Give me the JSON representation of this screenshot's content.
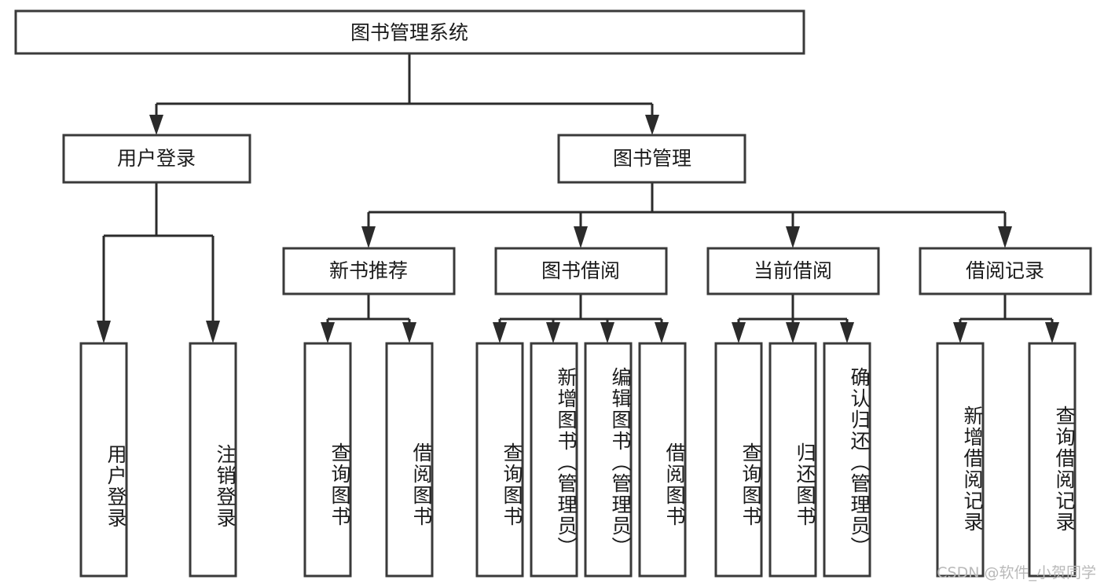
{
  "diagram": {
    "type": "tree",
    "title": "图书管理系统",
    "orientation": "top-down",
    "colors": {
      "box_stroke": "#3a3a3a",
      "box_fill": "#ffffff",
      "connector": "#2b2b2b",
      "text": "#1b1b1b",
      "watermark": "#b9b9b9"
    },
    "root": {
      "label": "图书管理系统"
    },
    "level2": [
      {
        "label": "用户登录"
      },
      {
        "label": "图书管理"
      }
    ],
    "level3": [
      {
        "label": "新书推荐"
      },
      {
        "label": "图书借阅"
      },
      {
        "label": "当前借阅"
      },
      {
        "label": "借阅记录"
      }
    ],
    "leaves": {
      "user_login": [
        {
          "label": "用户登录"
        },
        {
          "label": "注销登录"
        }
      ],
      "new_book_recommend": [
        {
          "label": "查询图书"
        },
        {
          "label": "借阅图书"
        }
      ],
      "book_borrow": [
        {
          "label": "查询图书"
        },
        {
          "label": "新增图书（管理员）"
        },
        {
          "label": "编辑图书（管理员）"
        },
        {
          "label": "借阅图书"
        }
      ],
      "current_borrow": [
        {
          "label": "查询图书"
        },
        {
          "label": "归还图书"
        },
        {
          "label": "确认归还（管理员）"
        }
      ],
      "borrow_record": [
        {
          "label": "新增借阅记录"
        },
        {
          "label": "查询借阅记录"
        }
      ]
    }
  },
  "watermark": {
    "text": "CSDN @软件_小贺同学"
  }
}
